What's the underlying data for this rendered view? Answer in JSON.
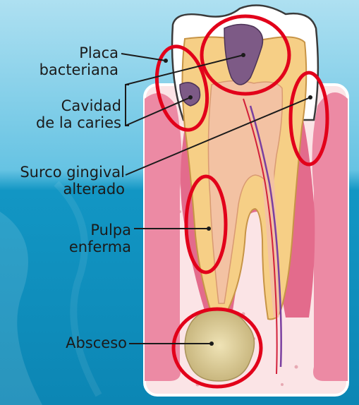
{
  "labels": {
    "plaque": [
      "Placa",
      "bacteriana"
    ],
    "cavity": [
      "Cavidad",
      "de la caries"
    ],
    "sulcus": [
      "Surco gingival",
      "alterado"
    ],
    "pulp": [
      "Pulpa",
      "enferma"
    ],
    "abscess": "Absceso"
  },
  "colors": {
    "sea_top": "#a9dcef",
    "sea_bottom": "#0f91c0",
    "bone": "#fbe4e6",
    "gum": "#e36b8c",
    "enamel": "#ffffff",
    "dentin": "#f7d38a",
    "pulp": "#f2c6a6",
    "decay": "#7d5a86",
    "abscess": "#e8d9a6",
    "highlight": "#e2001a",
    "nerve": "#7a3fa0"
  }
}
